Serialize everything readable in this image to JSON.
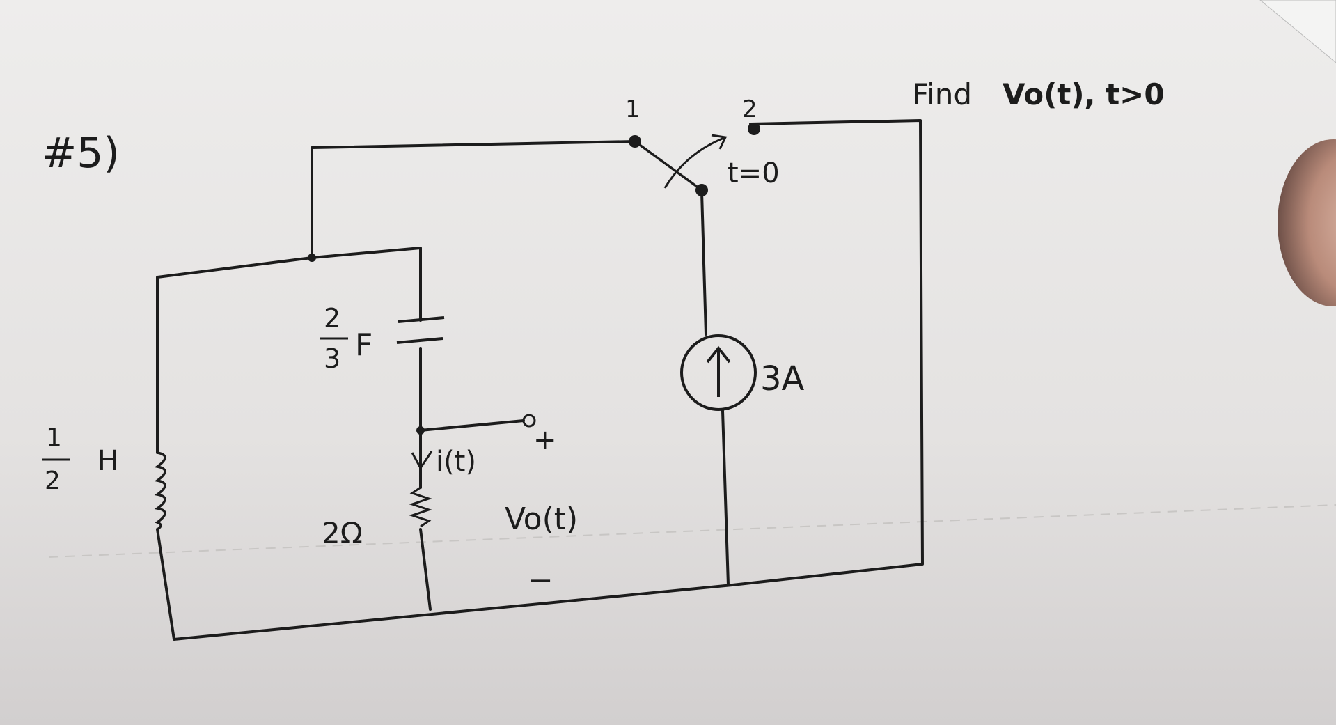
{
  "problem": {
    "number": "#5)",
    "instruction_prefix": "Find",
    "target_variable": "Vo(t), t>0"
  },
  "switch": {
    "position_1_label": "1",
    "position_2_label": "2",
    "time_label": "t=0"
  },
  "components": {
    "inductor": {
      "value": "H",
      "fraction_numerator": "1",
      "fraction_denominator": "2"
    },
    "capacitor": {
      "value": "F",
      "fraction_numerator": "2",
      "fraction_denominator": "3"
    },
    "resistor": {
      "value": "2Ω"
    },
    "current_source": {
      "value": "3A"
    }
  },
  "labels": {
    "current": "i(t)",
    "output_voltage": "Vo(t)",
    "plus": "+",
    "minus": "−"
  },
  "colors": {
    "paper": "#e6e4e2",
    "ink": "#1c1c1c",
    "thumb": "#c9a090"
  }
}
